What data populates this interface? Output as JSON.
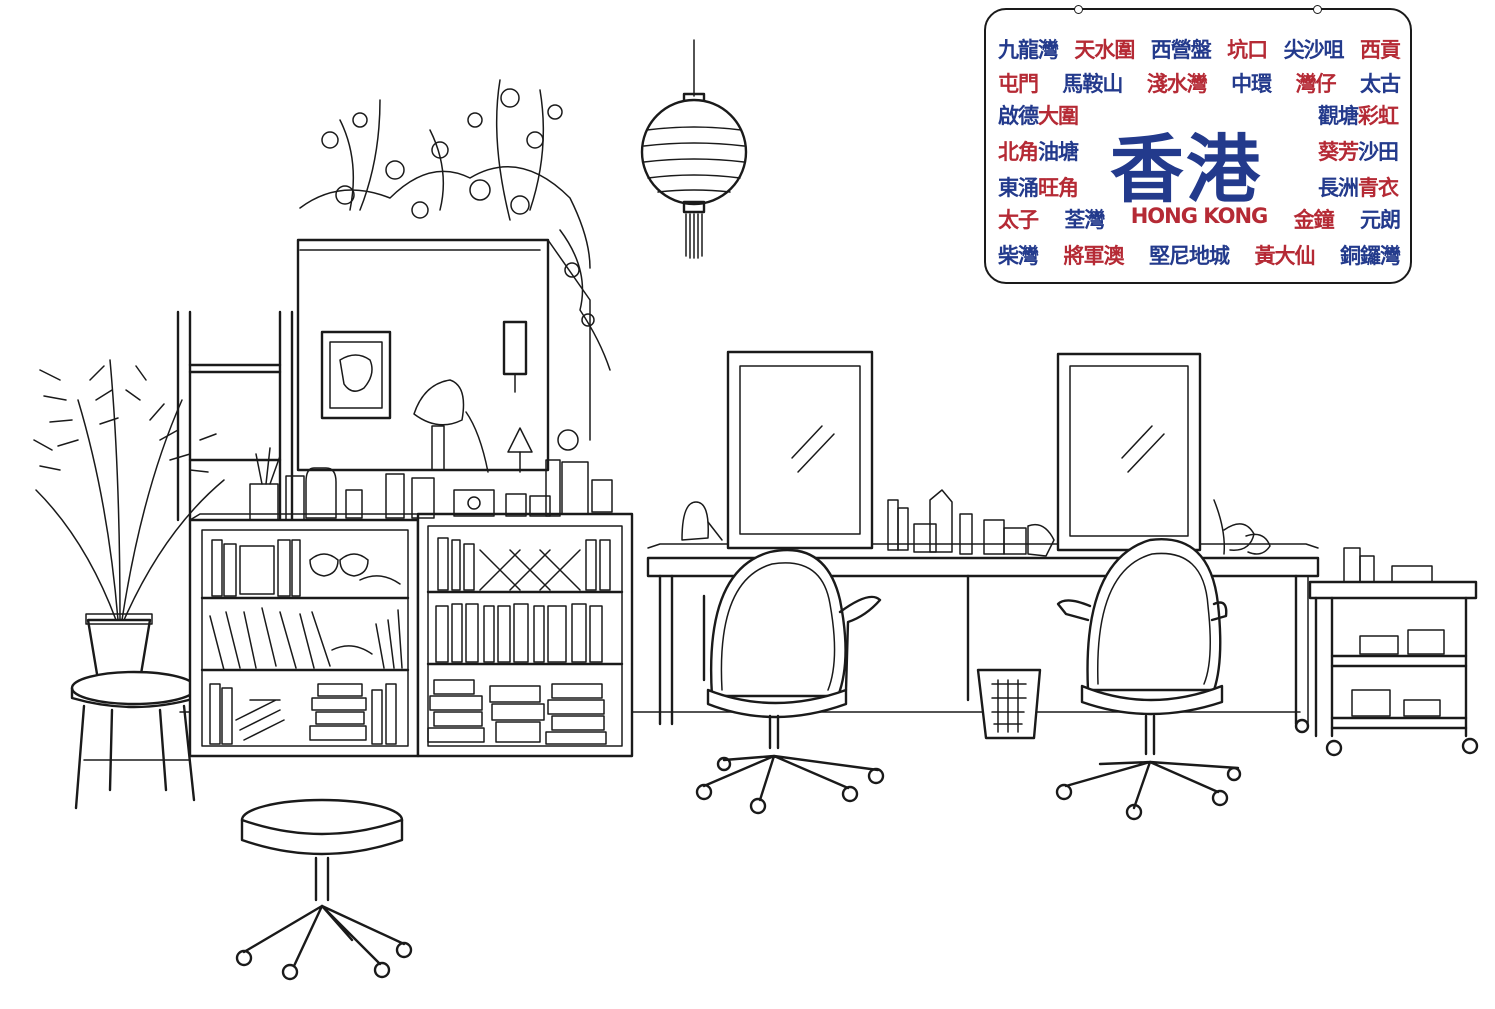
{
  "colors": {
    "ink": "#1a1a1a",
    "blue": "#233a8c",
    "red": "#b52a35"
  },
  "sign": {
    "rows_top": [
      [
        {
          "t": "九龍灣",
          "c": "blue"
        },
        {
          "t": "天水圍",
          "c": "red"
        },
        {
          "t": "西營盤",
          "c": "blue"
        },
        {
          "t": "坑口",
          "c": "red"
        },
        {
          "t": "尖沙咀",
          "c": "blue"
        },
        {
          "t": "西貢",
          "c": "red"
        }
      ],
      [
        {
          "t": "屯門",
          "c": "red"
        },
        {
          "t": "馬鞍山",
          "c": "blue"
        },
        {
          "t": "淺水灣",
          "c": "red"
        },
        {
          "t": "中環",
          "c": "blue"
        },
        {
          "t": "灣仔",
          "c": "red"
        },
        {
          "t": "太古",
          "c": "blue"
        }
      ]
    ],
    "left_words": [
      {
        "t": "啟德",
        "c": "blue"
      },
      {
        "t": "大圍",
        "c": "red"
      },
      {
        "t": "北角",
        "c": "red"
      },
      {
        "t": "油塘",
        "c": "blue"
      },
      {
        "t": "東涌",
        "c": "blue"
      },
      {
        "t": "旺角",
        "c": "red"
      }
    ],
    "right_words": [
      {
        "t": "觀塘",
        "c": "blue"
      },
      {
        "t": "彩虹",
        "c": "red"
      },
      {
        "t": "葵芳",
        "c": "red"
      },
      {
        "t": "沙田",
        "c": "blue"
      },
      {
        "t": "長洲",
        "c": "blue"
      },
      {
        "t": "青衣",
        "c": "red"
      }
    ],
    "title_big": "香港",
    "row_english": [
      {
        "t": "太子",
        "c": "red"
      },
      {
        "t": "荃灣",
        "c": "blue"
      },
      {
        "t": "HONG KONG",
        "c": "red"
      },
      {
        "t": "金鐘",
        "c": "red"
      },
      {
        "t": "元朗",
        "c": "blue"
      }
    ],
    "row_bottom": [
      {
        "t": "柴灣",
        "c": "blue"
      },
      {
        "t": "將軍澳",
        "c": "red"
      },
      {
        "t": "堅尼地城",
        "c": "blue"
      },
      {
        "t": "黃大仙",
        "c": "red"
      },
      {
        "t": "銅鑼灣",
        "c": "blue"
      }
    ]
  }
}
